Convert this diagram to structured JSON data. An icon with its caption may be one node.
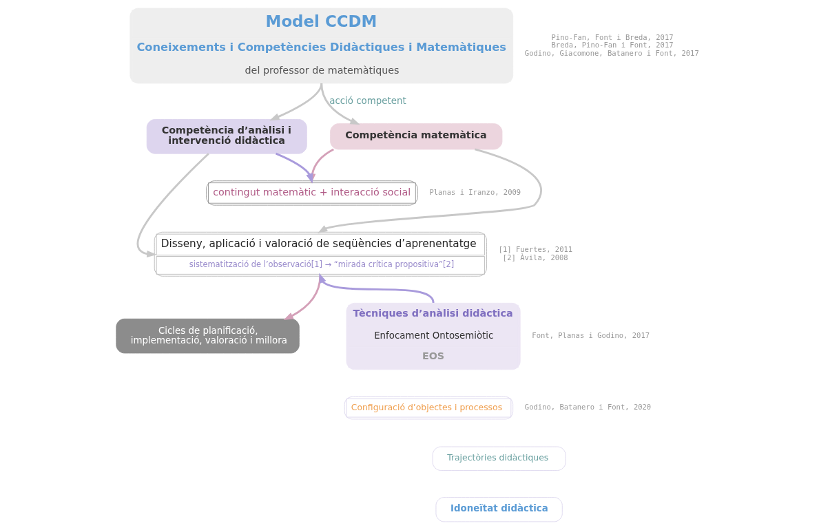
{
  "diagram": {
    "nodes": [
      {
        "text": [
          "Model CCDM",
          "Coneixements i Competències Didàctiques i Matemàtiques",
          "del professor de matemàtiques"
        ],
        "beside": [
          "Pino-Fan, Font i Breda, 2017",
          "Breda, Pino-Fan i Font, 2017",
          "Godino, Giacomone, Batanero i Font, 2017"
        ]
      },
      {
        "text": [
          "Competència matemàtica"
        ]
      },
      {
        "text": [
          "Competència d’anàlisi i intervenció didàctica"
        ]
      },
      {
        "text": [
          "contingut matemàtic + interacció social"
        ],
        "beside": [
          "Planas i Iranzo, 2009"
        ]
      },
      {
        "text": [
          "Disseny, aplicació i valoració de seqüències d’aprenentatge",
          "sistematització de l’observació[1] → “mirada crítica propositiva”[2]"
        ],
        "beside": [
          "[1] Fuertes, 2011",
          "[2] Àvila, 2008"
        ]
      },
      {
        "text": [
          "Cicles de planificació, implementació, valoració i millora"
        ]
      },
      {
        "text": [
          "Tècniques d’anàlisi didàctica",
          "Enfocament Ontosemiòtic",
          "EOS"
        ],
        "beside": [
          "Font, Planas i Godino, 2017"
        ]
      },
      {
        "text": [
          "Configuració d’objectes i processos"
        ],
        "beside": [
          "Godino, Batanero i Font, 2020"
        ]
      },
      {
        "text": [
          "Trajectòries didàctiques"
        ]
      },
      {
        "text": [
          "Idoneïtat didàctica"
        ]
      }
    ],
    "edges": [
      {
        "from": 0,
        "to": 1,
        "arrow": "to",
        "label": "acció competent"
      },
      {
        "from": 0,
        "to": 2,
        "arrow": "to"
      },
      {
        "from": 1,
        "to": 3,
        "arrow": "to",
        "color": "#d4a0b8"
      },
      {
        "from": 2,
        "to": 3,
        "arrow": "to",
        "color": "#a99bdc"
      },
      {
        "from": 1,
        "to": 4,
        "arrow": "to"
      },
      {
        "from": 2,
        "to": 4,
        "arrow": "to"
      },
      {
        "from": 4,
        "to": 5,
        "arrow": "to",
        "color": "#d4a0b8"
      },
      {
        "from": 6,
        "to": 4,
        "arrow": "to",
        "color": "#a99bdc"
      }
    ]
  }
}
